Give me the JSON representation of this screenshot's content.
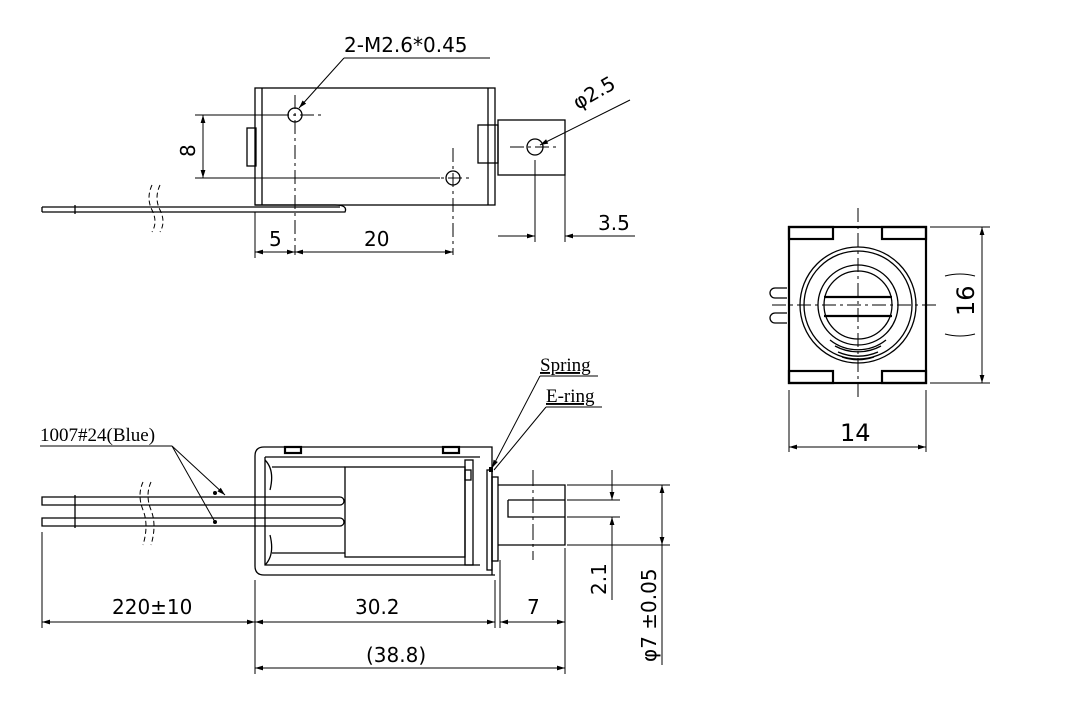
{
  "top_view": {
    "thread_label": "2-M2.6*0.45",
    "hole_label": "φ2.5",
    "dim_height": "8",
    "dim_offset": "5",
    "dim_hole_spacing": "20",
    "dim_shaft": "3.5"
  },
  "end_view": {
    "dim_height": "16",
    "dim_width": "14"
  },
  "side_view": {
    "spring_label": "Spring",
    "ering_label": "E-ring",
    "wire_label": "1007#24(Blue)",
    "dim_wire": "220±10",
    "dim_body": "30.2",
    "dim_stroke": "7",
    "dim_total": "(38.8)",
    "dim_slot": "2.1",
    "dim_shaft_dia": "φ7 ±0.05"
  }
}
